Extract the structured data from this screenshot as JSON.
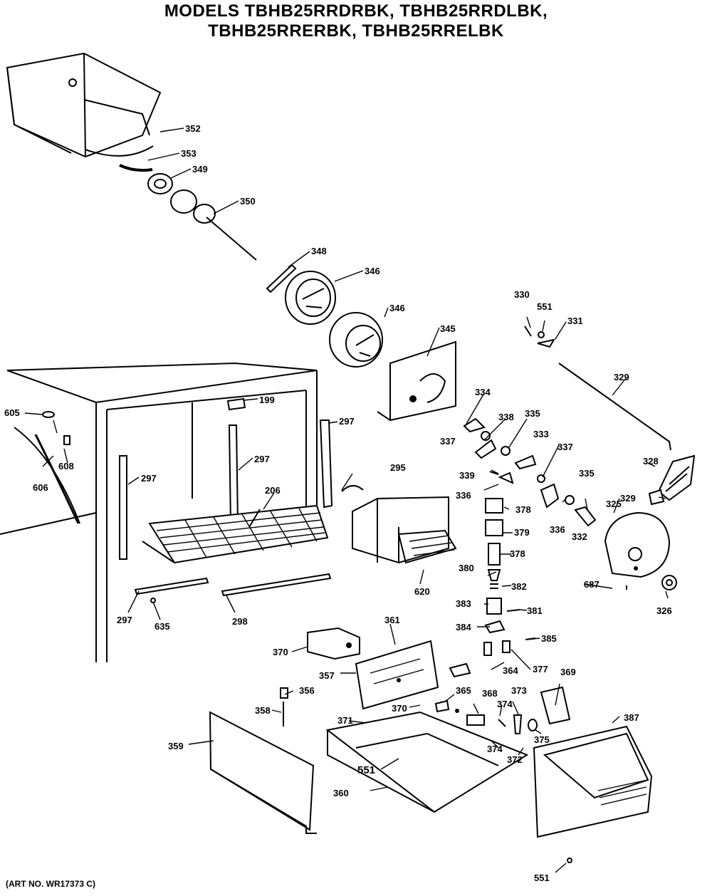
{
  "header": {
    "title_line1": "MODELS TBHB25RRDRBK, TBHB25RRDLBK,",
    "title_line2": "TBHB25RRERBK, TBHB25RRELBK"
  },
  "footer": {
    "art_number": "(ART NO. WR17373 C)"
  },
  "callouts": {
    "c352": "352",
    "c353": "353",
    "c349": "349",
    "c350": "350",
    "c348": "348",
    "c346a": "346",
    "c346b": "346",
    "c345": "345",
    "c330": "330",
    "c551a": "551",
    "c331": "331",
    "c329": "329",
    "c334": "334",
    "c338": "338",
    "c335a": "335",
    "c337a": "337",
    "c333": "333",
    "c337b": "337",
    "c328a": "328",
    "c329b": "329",
    "c339": "339",
    "c336a": "336",
    "c378a": "378",
    "c379": "379",
    "c336b": "336",
    "c335b": "335",
    "c332": "332",
    "c325": "325",
    "c378b": "378",
    "c380": "380",
    "c382": "382",
    "c687": "687",
    "c326": "326",
    "c383": "383",
    "c381": "381",
    "c384": "384",
    "c385": "385",
    "c377": "377",
    "c364": "364",
    "c369": "369",
    "c361": "361",
    "c370a": "370",
    "c357": "357",
    "c370b": "370",
    "c365": "365",
    "c368": "368",
    "c373": "373",
    "c374a": "374",
    "c358": "358",
    "c356": "356",
    "c371": "371",
    "c375": "375",
    "c387": "387",
    "c374b": "374",
    "c372": "372",
    "c359": "359",
    "c551b": "551",
    "c360": "360",
    "c551c": "551",
    "c605": "605",
    "c199": "199",
    "c297a": "297",
    "c297b": "297",
    "c297c": "297",
    "c606": "606",
    "c608": "608",
    "c295": "295",
    "c206": "206",
    "c620": "620",
    "c297d": "297",
    "c635": "635",
    "c298": "298"
  }
}
